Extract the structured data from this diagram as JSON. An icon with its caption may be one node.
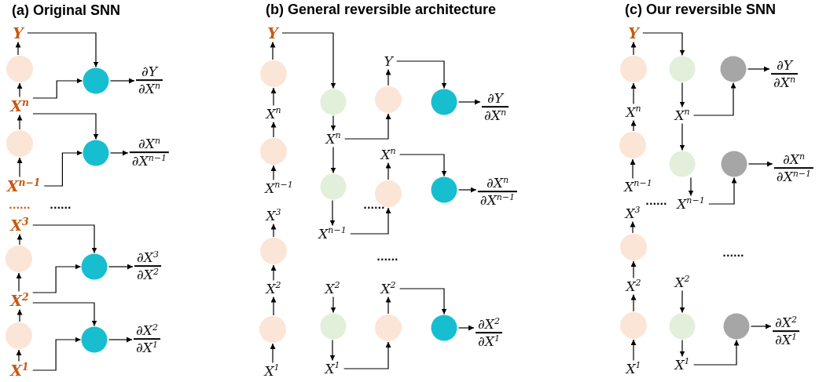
{
  "diagram": {
    "nodes": [
      {
        "text": [
          "Y"
        ]
      },
      {
        "text": [],
        "shape": "circle"
      },
      {
        "text": [
          "X$^{n}$"
        ]
      },
      {
        "text": [],
        "shape": "circle"
      },
      {
        "text": [
          "X$^{n−1}$"
        ]
      },
      {
        "text": [
          "X$^{3}$"
        ]
      },
      {
        "text": [],
        "shape": "circle"
      },
      {
        "text": [
          "X$^{2}$"
        ]
      },
      {
        "text": [],
        "shape": "circle"
      },
      {
        "text": [
          "X$^{1}$"
        ]
      },
      {
        "text": [],
        "shape": "circle"
      },
      {
        "text": [],
        "shape": "circle"
      },
      {
        "text": [],
        "shape": "circle"
      },
      {
        "text": [],
        "shape": "circle"
      },
      {
        "text": [
          "∂Y",
          "∂X$^{n}$"
        ]
      },
      {
        "text": [
          "∂X$^{n}$",
          "∂X$^{n−1}$"
        ]
      },
      {
        "text": [
          "∂X$^{3}$",
          "∂X$^{2}$"
        ]
      },
      {
        "text": [
          "∂X$^{2}$",
          "∂X$^{1}$"
        ]
      },
      {
        "text": [
          "Y"
        ]
      },
      {
        "text": [],
        "shape": "circle"
      },
      {
        "text": [
          "X$^{n}$"
        ]
      },
      {
        "text": [],
        "shape": "circle"
      },
      {
        "text": [
          "X$^{n−1}$"
        ]
      },
      {
        "text": [
          "X$^{3}$"
        ]
      },
      {
        "text": [],
        "shape": "circle"
      },
      {
        "text": [
          "X$^{2}$"
        ]
      },
      {
        "text": [],
        "shape": "circle"
      },
      {
        "text": [
          "X$^{1}$"
        ]
      },
      {
        "text": [],
        "shape": "circle"
      },
      {
        "text": [
          "X$^{n}$"
        ]
      },
      {
        "text": [],
        "shape": "circle"
      },
      {
        "text": [
          "X$^{n−1}$"
        ]
      },
      {
        "text": [
          "X$^{2}$"
        ]
      },
      {
        "text": [],
        "shape": "circle"
      },
      {
        "text": [
          "X$^{1}$"
        ]
      },
      {
        "text": [
          "Y"
        ]
      },
      {
        "text": [],
        "shape": "circle"
      },
      {
        "text": [
          "X$^{n}$"
        ]
      },
      {
        "text": [],
        "shape": "circle"
      },
      {
        "text": [
          "X$^{2}$"
        ]
      },
      {
        "text": [],
        "shape": "circle"
      },
      {
        "text": [],
        "shape": "circle"
      },
      {
        "text": [],
        "shape": "circle"
      },
      {
        "text": [],
        "shape": "circle"
      },
      {
        "text": [
          "∂Y",
          "∂X$^{n}$"
        ]
      },
      {
        "text": [
          "∂X$^{n}$",
          "∂X$^{n−1}$"
        ]
      },
      {
        "text": [
          "∂X$^{2}$",
          "∂X$^{1}$"
        ]
      },
      {
        "text": [
          "Y"
        ]
      },
      {
        "text": [],
        "shape": "circle"
      },
      {
        "text": [
          "X$^{n}$"
        ]
      },
      {
        "text": [],
        "shape": "circle"
      },
      {
        "text": [
          "X$^{n−1}$"
        ]
      },
      {
        "text": [
          "X$^{3}$"
        ]
      },
      {
        "text": [],
        "shape": "circle"
      },
      {
        "text": [
          "X$^{2}$"
        ]
      },
      {
        "text": [],
        "shape": "circle"
      },
      {
        "text": [
          "X$^{1}$"
        ]
      },
      {
        "text": [],
        "shape": "circle"
      },
      {
        "text": [
          "X$^{n}$"
        ]
      },
      {
        "text": [],
        "shape": "circle"
      },
      {
        "text": [
          "X$^{n−1}$"
        ]
      },
      {
        "text": [
          "X$^{2}$"
        ]
      },
      {
        "text": [],
        "shape": "circle"
      },
      {
        "text": [
          "X$^{1}$"
        ]
      },
      {
        "text": [],
        "shape": "circle"
      },
      {
        "text": [],
        "shape": "circle"
      },
      {
        "text": [],
        "shape": "circle"
      },
      {
        "text": [
          "∂Y",
          "∂X$^{n}$"
        ]
      },
      {
        "text": [
          "∂X$^{n}$",
          "∂X$^{n−1}$"
        ]
      },
      {
        "text": [
          "∂X$^{2}$",
          "∂X$^{1}$"
        ]
      }
    ],
    "edges": [
      {
        "from": 1,
        "to": 0,
        "arrow": "to"
      },
      {
        "from": 2,
        "to": 1,
        "arrow": "to"
      },
      {
        "from": 3,
        "to": 2,
        "arrow": "to"
      },
      {
        "from": 4,
        "to": 3,
        "arrow": "to"
      },
      {
        "from": 6,
        "to": 5,
        "arrow": "to"
      },
      {
        "from": 7,
        "to": 6,
        "arrow": "to"
      },
      {
        "from": 8,
        "to": 7,
        "arrow": "to"
      },
      {
        "from": 9,
        "to": 8,
        "arrow": "to"
      },
      {
        "from": 0,
        "to": 10,
        "arrow": "to"
      },
      {
        "from": 2,
        "to": 10,
        "arrow": "to"
      },
      {
        "from": 10,
        "to": 14,
        "arrow": "to"
      },
      {
        "from": 2,
        "to": 11,
        "arrow": "to"
      },
      {
        "from": 4,
        "to": 11,
        "arrow": "to"
      },
      {
        "from": 11,
        "to": 15,
        "arrow": "to"
      },
      {
        "from": 5,
        "to": 12,
        "arrow": "to"
      },
      {
        "from": 7,
        "to": 12,
        "arrow": "to"
      },
      {
        "from": 12,
        "to": 16,
        "arrow": "to"
      },
      {
        "from": 7,
        "to": 13,
        "arrow": "to"
      },
      {
        "from": 9,
        "to": 13,
        "arrow": "to"
      },
      {
        "from": 13,
        "to": 17,
        "arrow": "to"
      },
      {
        "from": 19,
        "to": 18,
        "arrow": "to"
      },
      {
        "from": 20,
        "to": 19,
        "arrow": "to"
      },
      {
        "from": 21,
        "to": 20,
        "arrow": "to"
      },
      {
        "from": 22,
        "to": 21,
        "arrow": "to"
      },
      {
        "from": 24,
        "to": 23,
        "arrow": "to"
      },
      {
        "from": 25,
        "to": 24,
        "arrow": "to"
      },
      {
        "from": 26,
        "to": 25,
        "arrow": "to"
      },
      {
        "from": 27,
        "to": 26,
        "arrow": "to"
      },
      {
        "from": 18,
        "to": 28,
        "arrow": "to"
      },
      {
        "from": 28,
        "to": 29,
        "arrow": "to"
      },
      {
        "from": 29,
        "to": 30,
        "arrow": "to"
      },
      {
        "from": 30,
        "to": 31,
        "arrow": "to"
      },
      {
        "from": 32,
        "to": 33,
        "arrow": "to"
      },
      {
        "from": 33,
        "to": 34,
        "arrow": "to"
      },
      {
        "from": 36,
        "to": 35,
        "arrow": "to"
      },
      {
        "from": 29,
        "to": 36,
        "arrow": "to"
      },
      {
        "from": 38,
        "to": 37,
        "arrow": "to"
      },
      {
        "from": 31,
        "to": 38,
        "arrow": "to"
      },
      {
        "from": 40,
        "to": 39,
        "arrow": "to"
      },
      {
        "from": 34,
        "to": 40,
        "arrow": "to"
      },
      {
        "from": 35,
        "to": 41,
        "arrow": "to"
      },
      {
        "from": 41,
        "to": 44,
        "arrow": "to"
      },
      {
        "from": 37,
        "to": 42,
        "arrow": "to"
      },
      {
        "from": 42,
        "to": 45,
        "arrow": "to"
      },
      {
        "from": 39,
        "to": 43,
        "arrow": "to"
      },
      {
        "from": 43,
        "to": 46,
        "arrow": "to"
      },
      {
        "from": 48,
        "to": 47,
        "arrow": "to"
      },
      {
        "from": 49,
        "to": 48,
        "arrow": "to"
      },
      {
        "from": 50,
        "to": 49,
        "arrow": "to"
      },
      {
        "from": 51,
        "to": 50,
        "arrow": "to"
      },
      {
        "from": 53,
        "to": 52,
        "arrow": "to"
      },
      {
        "from": 54,
        "to": 53,
        "arrow": "to"
      },
      {
        "from": 55,
        "to": 54,
        "arrow": "to"
      },
      {
        "from": 56,
        "to": 55,
        "arrow": "to"
      },
      {
        "from": 47,
        "to": 57,
        "arrow": "to"
      },
      {
        "from": 57,
        "to": 58,
        "arrow": "to"
      },
      {
        "from": 58,
        "to": 59,
        "arrow": "to"
      },
      {
        "from": 59,
        "to": 60,
        "arrow": "to"
      },
      {
        "from": 61,
        "to": 62,
        "arrow": "to"
      },
      {
        "from": 62,
        "to": 63,
        "arrow": "to"
      },
      {
        "from": 58,
        "to": 64,
        "arrow": "to"
      },
      {
        "from": 64,
        "to": 67,
        "arrow": "to"
      },
      {
        "from": 60,
        "to": 65,
        "arrow": "to"
      },
      {
        "from": 65,
        "to": 68,
        "arrow": "to"
      },
      {
        "from": 63,
        "to": 66,
        "arrow": "to"
      },
      {
        "from": 66,
        "to": 69,
        "arrow": "to"
      }
    ],
    "labels": [
      "(a) Original SNN",
      "(b) General reversible architecture",
      "(c) Our reversible SNN",
      "......",
      "......",
      "......",
      "......",
      "......",
      "......"
    ]
  }
}
